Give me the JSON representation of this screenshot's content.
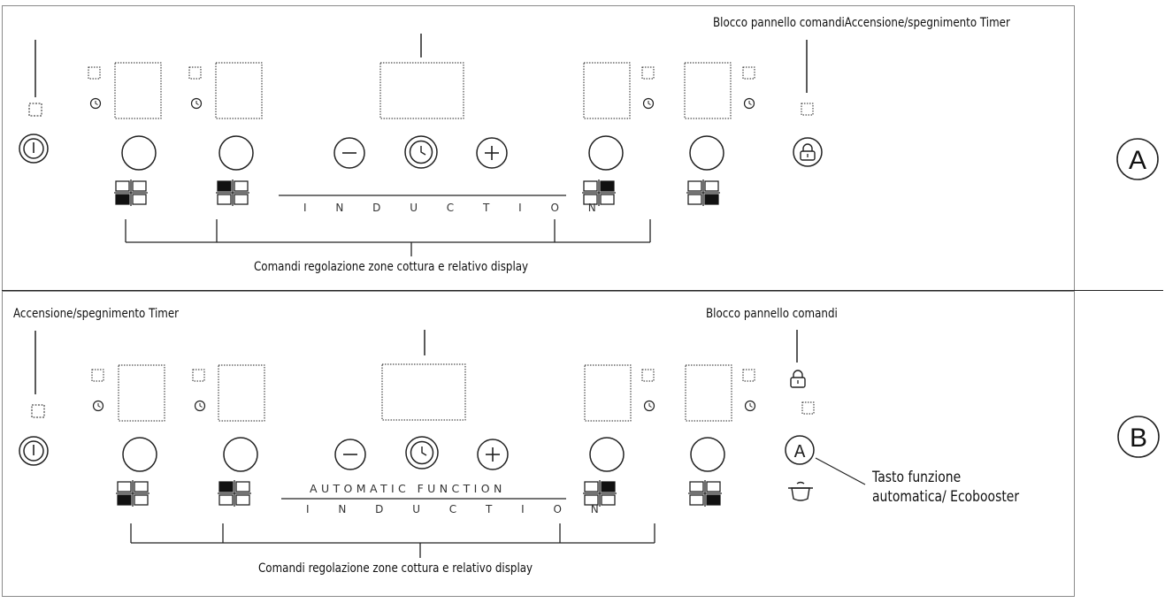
{
  "panel_a": {
    "letter": "A",
    "label_top_right": "Blocco pannello comandiAccensione/spegnimento Timer",
    "label_bottom": "Comandi regolazione zone cottura e relativo display",
    "wordmark": "I N D U C T I O N"
  },
  "panel_b": {
    "letter": "B",
    "label_top_left": "Accensione/spegnimento Timer",
    "label_top_right": "Blocco pannello comandi",
    "label_function_line1": "Tasto funzione",
    "label_function_line2": "automatica/ Ecobooster",
    "label_bottom": "Comandi regolazione zone cottura e relativo display",
    "wordmark_top": "AUTOMATIC FUNCTION",
    "wordmark": "I N D U C T I O N",
    "function_key_glyph": "A"
  },
  "icons": [
    "power-icon",
    "timer-icon",
    "minus-icon",
    "plus-icon",
    "lock-icon",
    "pot-icon",
    "zone-indicator-icon"
  ],
  "colors": {
    "line": "#222222",
    "frame": "#8a8a8a",
    "fill": "#111111"
  }
}
